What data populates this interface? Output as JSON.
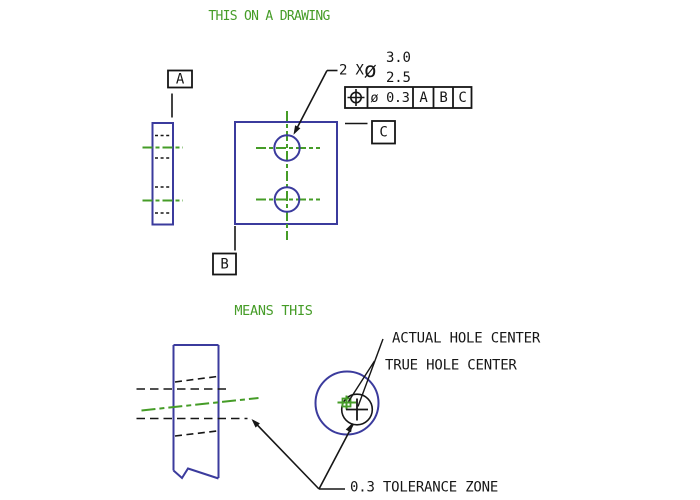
{
  "colors": {
    "green": "#459c27",
    "blue": "#3b3b9d",
    "ink": "#161616",
    "bg": "#ffffff"
  },
  "drawing": {
    "title": "THIS ON A DRAWING",
    "hole_callout": {
      "count": "2 X",
      "diameter_symbol": "ø",
      "upper_limit": "3.0",
      "lower_limit": "2.5"
    },
    "fcf": {
      "symbol": "position-symbol",
      "tolerance": "ø 0.3",
      "datum_1": "A",
      "datum_2": "B",
      "datum_3": "C"
    },
    "datum_labels": {
      "a": "A",
      "b": "B",
      "c": "C"
    }
  },
  "means": {
    "title": "MEANS THIS",
    "actual_label": "ACTUAL HOLE CENTER",
    "true_label": "TRUE HOLE CENTER",
    "zone_label": "0.3 TOLERANCE ZONE"
  }
}
